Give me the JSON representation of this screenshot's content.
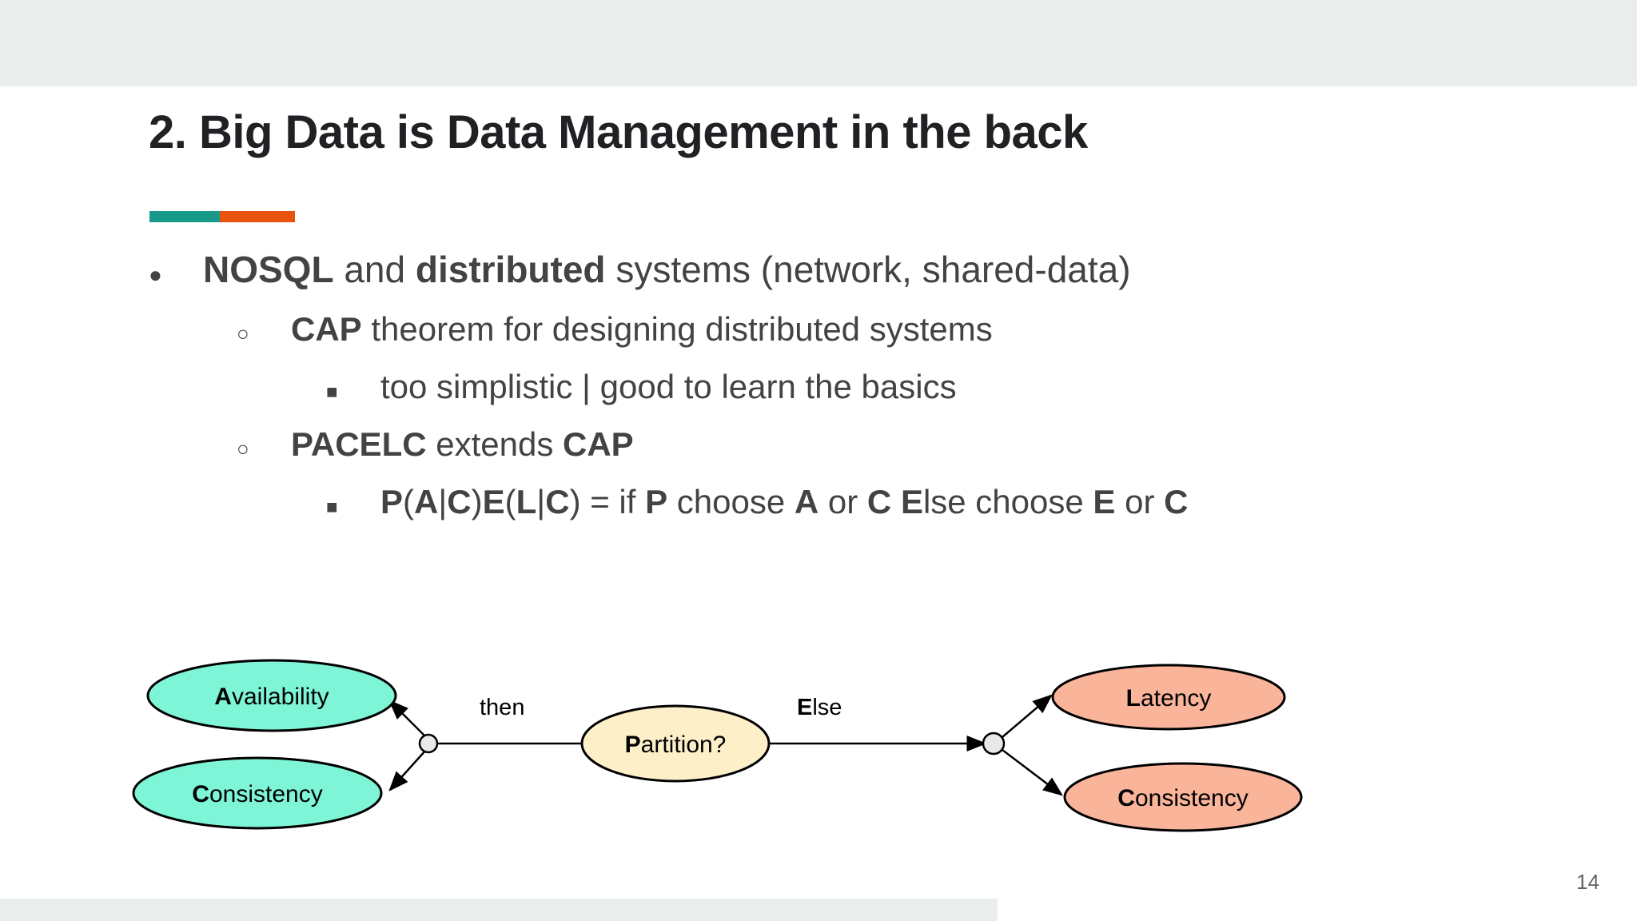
{
  "slide": {
    "title": "2. Big Data is Data Management in the back",
    "page_number": "14",
    "accent": {
      "teal": "#189a8a",
      "orange": "#e8530e"
    }
  },
  "bullets": [
    {
      "level": 1,
      "marker": "●",
      "marker_name": "bullet-disc",
      "parts": [
        {
          "text": "NOSQL",
          "bold": true
        },
        {
          "text": " and ",
          "bold": false
        },
        {
          "text": "distributed",
          "bold": true
        },
        {
          "text": " systems (network, shared-data)",
          "bold": false
        }
      ],
      "plain": "NOSQL and distributed systems (network, shared-data)"
    },
    {
      "level": 2,
      "marker": "○",
      "marker_name": "bullet-circle",
      "parts": [
        {
          "text": "CAP",
          "bold": true
        },
        {
          "text": " theorem for designing distributed systems",
          "bold": false
        }
      ],
      "plain": "CAP theorem for designing distributed systems"
    },
    {
      "level": 3,
      "marker": "■",
      "marker_name": "bullet-square",
      "parts": [
        {
          "text": "too simplistic | good to learn the basics",
          "bold": false
        }
      ],
      "plain": "too simplistic | good to learn the basics"
    },
    {
      "level": 2,
      "marker": "○",
      "marker_name": "bullet-circle",
      "parts": [
        {
          "text": "PACELC",
          "bold": true
        },
        {
          "text": " extends ",
          "bold": false
        },
        {
          "text": "CAP",
          "bold": true
        }
      ],
      "plain": "PACELC extends CAP"
    },
    {
      "level": 3,
      "marker": "■",
      "marker_name": "bullet-square",
      "parts": [
        {
          "text": "P",
          "bold": true
        },
        {
          "text": "(",
          "bold": false
        },
        {
          "text": "A",
          "bold": true
        },
        {
          "text": "|",
          "bold": false
        },
        {
          "text": "C",
          "bold": true
        },
        {
          "text": ")",
          "bold": false
        },
        {
          "text": "E",
          "bold": true
        },
        {
          "text": "(",
          "bold": false
        },
        {
          "text": "L",
          "bold": true
        },
        {
          "text": "|",
          "bold": false
        },
        {
          "text": "C",
          "bold": true
        },
        {
          "text": ") = if ",
          "bold": false
        },
        {
          "text": "P",
          "bold": true
        },
        {
          "text": " choose ",
          "bold": false
        },
        {
          "text": "A",
          "bold": true
        },
        {
          "text": " or ",
          "bold": false
        },
        {
          "text": "C",
          "bold": true
        },
        {
          "text": " ",
          "bold": false
        },
        {
          "text": "E",
          "bold": true
        },
        {
          "text": "lse choose ",
          "bold": false
        },
        {
          "text": "E",
          "bold": true
        },
        {
          "text": " or ",
          "bold": false
        },
        {
          "text": "C",
          "bold": true
        }
      ],
      "plain": "P(A|C)E(L|C) = if P choose A or C Else choose E or C"
    }
  ],
  "diagram": {
    "type": "flow",
    "nodes": [
      {
        "id": "availability",
        "cap": "A",
        "rest": "vailability",
        "text": "Availability",
        "fill": "#7df5d6",
        "stroke": "#000000",
        "side": "left"
      },
      {
        "id": "consistency-left",
        "cap": "C",
        "rest": "onsistency",
        "text": "Consistency",
        "fill": "#7df5d6",
        "stroke": "#000000",
        "side": "left"
      },
      {
        "id": "partition",
        "cap": "P",
        "rest": "artition?",
        "text": "Partition?",
        "fill": "#fdf0c9",
        "stroke": "#000000",
        "side": "center"
      },
      {
        "id": "latency",
        "cap": "L",
        "rest": "atency",
        "text": "Latency",
        "fill": "#f9b49a",
        "stroke": "#000000",
        "side": "right"
      },
      {
        "id": "consistency-right",
        "cap": "C",
        "rest": "onsistency",
        "text": "Consistency",
        "fill": "#f9b49a",
        "stroke": "#000000",
        "side": "right"
      }
    ],
    "edge_labels": [
      {
        "id": "then",
        "cap": "",
        "rest": "then",
        "text": "then"
      },
      {
        "id": "else",
        "cap": "E",
        "rest": "lse",
        "text": "Else"
      }
    ],
    "junctions": [
      {
        "id": "junction-left",
        "fill": "#e8e8e8"
      },
      {
        "id": "junction-right",
        "fill": "#e8e8e8"
      }
    ]
  }
}
